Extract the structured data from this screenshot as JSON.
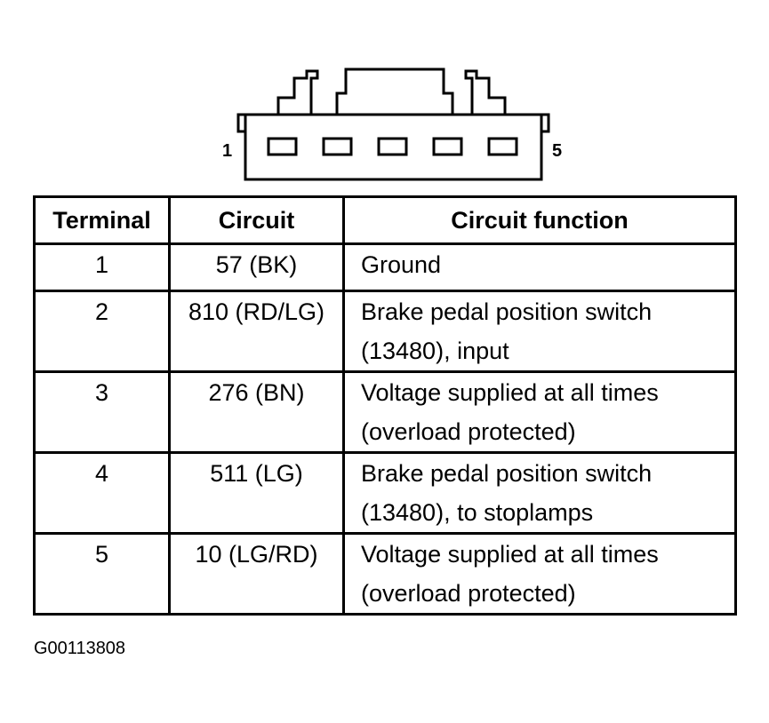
{
  "connector": {
    "pin_first_label": "1",
    "pin_last_label": "5"
  },
  "table": {
    "headers": [
      "Terminal",
      "Circuit",
      "Circuit function"
    ],
    "rows": [
      {
        "terminal": "1",
        "circuit": "57 (BK)",
        "function": "Ground"
      },
      {
        "terminal": "2",
        "circuit": "810 (RD/LG)",
        "function": "Brake pedal position switch (13480), input"
      },
      {
        "terminal": "3",
        "circuit": "276 (BN)",
        "function": "Voltage supplied at all times (overload protected)"
      },
      {
        "terminal": "4",
        "circuit": "511 (LG)",
        "function": "Brake pedal position switch (13480), to stoplamps"
      },
      {
        "terminal": "5",
        "circuit": "10 (LG/RD)",
        "function": "Voltage supplied at all times (overload protected)"
      }
    ]
  },
  "figure_id": "G00113808"
}
